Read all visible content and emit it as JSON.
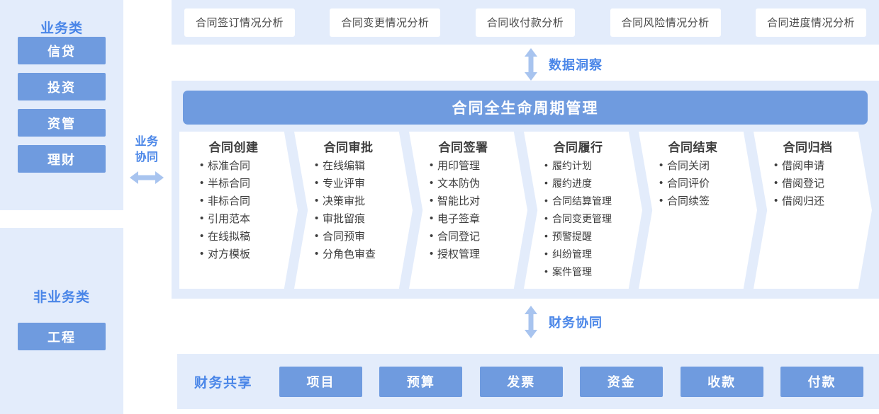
{
  "sidebar": {
    "business": {
      "title": "业务类",
      "items": [
        "信贷",
        "投资",
        "资管",
        "理财"
      ]
    },
    "non_business": {
      "title": "非业务类",
      "items": [
        "工程"
      ]
    }
  },
  "collaboration": {
    "business_label_line1": "业务",
    "business_label_line2": "协同",
    "business_arrow_icon": "double-arrow-horizontal-icon",
    "data_insight_label": "数据洞察",
    "data_insight_arrow_icon": "double-arrow-vertical-icon",
    "finance_label": "财务协同",
    "finance_arrow_icon": "double-arrow-vertical-icon"
  },
  "analysis": {
    "buttons": [
      "合同签订情况分析",
      "合同变更情况分析",
      "合同收付款分析",
      "合同风险情况分析",
      "合同进度情况分析"
    ]
  },
  "lifecycle": {
    "header": "合同全生命周期管理",
    "stages": [
      {
        "title": "合同创建",
        "items": [
          "标准合同",
          "半标合同",
          "非标合同",
          "引用范本",
          "在线拟稿",
          "对方模板"
        ]
      },
      {
        "title": "合同审批",
        "items": [
          "在线编辑",
          "专业评审",
          "决策审批",
          "审批留痕",
          "合同预审",
          "分角色审查"
        ]
      },
      {
        "title": "合同签署",
        "items": [
          "用印管理",
          "文本防伪",
          "智能比对",
          "电子签章",
          "合同登记",
          "授权管理"
        ]
      },
      {
        "title": "合同履行",
        "items": [
          "履约计划",
          "履约进度",
          "合同结算管理",
          "合同变更管理",
          "预警提醒",
          "纠纷管理",
          "案件管理"
        ]
      },
      {
        "title": "合同结束",
        "items": [
          "合同关闭",
          "合同评价",
          "合同续签"
        ]
      },
      {
        "title": "合同归档",
        "items": [
          "借阅申请",
          "借阅登记",
          "借阅归还"
        ]
      }
    ]
  },
  "finance": {
    "title": "财务共享",
    "buttons": [
      "项目",
      "预算",
      "发票",
      "资金",
      "收款",
      "付款"
    ]
  },
  "colors": {
    "accent_blue": "#4a86e8",
    "button_blue": "#6f9bdf",
    "panel_bg": "#e3ecfb",
    "card_bg": "#ffffff",
    "text_dark": "#3d3d3d"
  }
}
